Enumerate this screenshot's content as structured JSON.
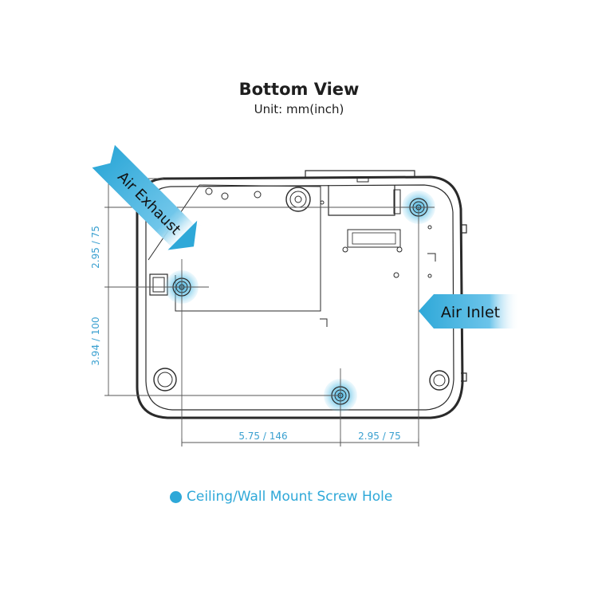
{
  "header": {
    "title": "Bottom View",
    "subtitle": "Unit: mm(inch)"
  },
  "labels": {
    "air_exhaust": "Air Exhaust",
    "air_inlet": "Air Inlet"
  },
  "dimensions": {
    "left_upper": "2.95 / 75",
    "left_lower": "3.94 / 100",
    "bottom_left": "5.75 / 146",
    "bottom_right": "2.95 / 75"
  },
  "legend": {
    "label": "Ceiling/Wall Mount Screw Hole"
  },
  "colors": {
    "accent": "#2ea8d8",
    "dimension_text": "#3aa0d0",
    "outline": "#2a2a2a",
    "line": "#555555"
  }
}
